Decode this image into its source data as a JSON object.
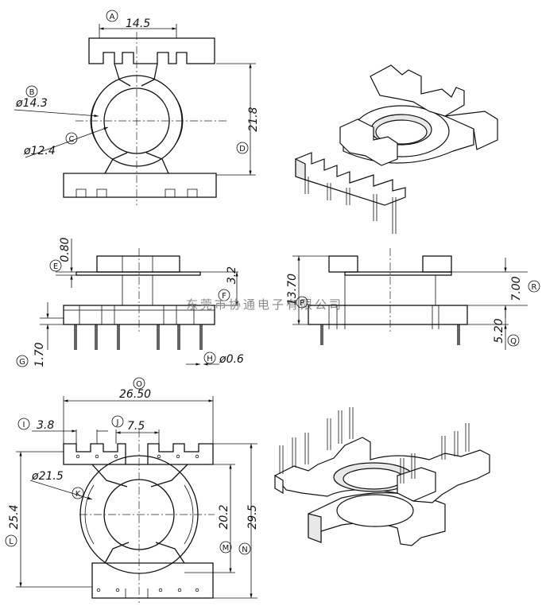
{
  "watermark": "东莞市协通电子有限公司",
  "top_view": {
    "width": {
      "marker": "A",
      "value": "14.5"
    },
    "outer_dia": {
      "marker": "B",
      "value": "ø14.3"
    },
    "inner_dia": {
      "marker": "C",
      "value": "ø12.4"
    },
    "height": {
      "marker": "D",
      "value": "21.8"
    }
  },
  "front_view": {
    "flange_thk": {
      "marker": "E",
      "value": "0.80"
    },
    "top_height": {
      "marker": "F",
      "value": "3.2"
    },
    "pin_len": {
      "marker": "G",
      "value": "1.70"
    },
    "pin_dia": {
      "marker": "H",
      "value": "ø0.6"
    }
  },
  "side_view": {
    "total_h": {
      "marker": "P",
      "value": "13.70"
    },
    "body_h": {
      "marker": "R",
      "value": "7.00"
    },
    "pin_ext": {
      "marker": "Q",
      "value": "5.20"
    }
  },
  "bottom_view": {
    "overall_w": {
      "marker": "O",
      "value": "26.50"
    },
    "edge_pitch": {
      "marker": "I",
      "value": "3.8"
    },
    "pin_pitch": {
      "marker": "J",
      "value": "7.5"
    },
    "flange_dia": {
      "marker": "K",
      "value": "ø21.5"
    },
    "inner_h": {
      "marker": "L",
      "value": "25.4"
    },
    "window_h": {
      "marker": "M",
      "value": "20.2"
    },
    "overall_h": {
      "marker": "N",
      "value": "29.5"
    }
  }
}
